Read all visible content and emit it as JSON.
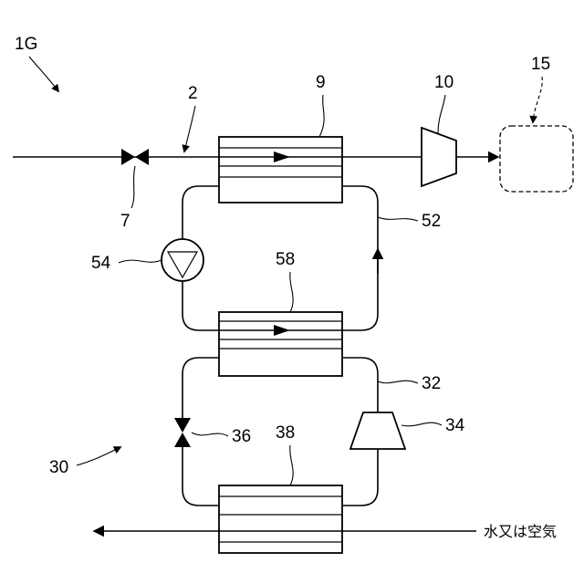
{
  "figure": {
    "system_label": "1G",
    "labels": {
      "line_2": "2",
      "valve_7": "7",
      "heat_exchanger_9": "9",
      "turbine_10": "10",
      "device_15": "15",
      "circuit_30": "30",
      "loop_32": "32",
      "compressor_34": "34",
      "valve_36": "36",
      "heat_exchanger_38": "38",
      "loop_52": "52",
      "pump_54": "54",
      "heat_exchanger_58": "58"
    },
    "medium_label": "水又は空気"
  }
}
